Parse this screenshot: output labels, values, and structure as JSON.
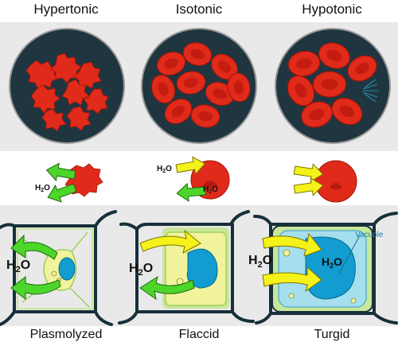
{
  "columns": [
    {
      "top_label": "Hypertonic",
      "bottom_label": "Plasmolyzed"
    },
    {
      "top_label": "Isotonic",
      "bottom_label": "Flaccid"
    },
    {
      "top_label": "Hypotonic",
      "bottom_label": "Turgid"
    }
  ],
  "water_label": {
    "main": "H",
    "sub": "2",
    "tail": "O"
  },
  "vacuole_label": "Vacuole",
  "colors": {
    "band": "#e9e9e9",
    "dish": "#1f3640",
    "rbc": "#e02a1a",
    "rbc_dark": "#b31a10",
    "arrow_green": "#4cd62a",
    "arrow_yellow": "#f4f21a",
    "cell_wall": "#c9e79a",
    "cytoplasm": "#f1f39d",
    "vacuole": "#129ccf",
    "vacuole_turgid": "#a5dfee"
  }
}
